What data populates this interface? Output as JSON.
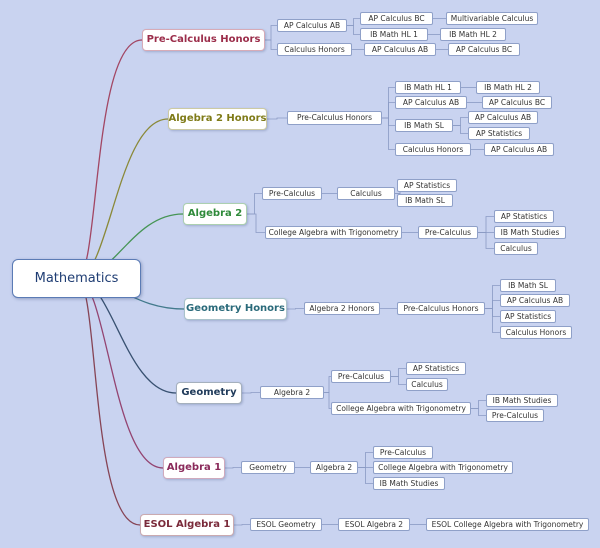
{
  "root": {
    "label": "Mathematics"
  },
  "branches": [
    {
      "label": "Pre-Calculus Honors",
      "color": "#9b2d4a",
      "children": [
        {
          "label": "AP Calculus AB",
          "children": [
            {
              "label": "AP Calculus BC",
              "children": [
                {
                  "label": "Multivariable Calculus"
                }
              ]
            },
            {
              "label": "IB Math HL 1",
              "children": [
                {
                  "label": "IB Math HL 2"
                }
              ]
            }
          ]
        },
        {
          "label": "Calculus Honors",
          "children": [
            {
              "label": "AP Calculus AB",
              "children": [
                {
                  "label": "AP Calculus BC"
                }
              ]
            }
          ]
        }
      ]
    },
    {
      "label": "Algebra 2 Honors",
      "color": "#7f7b18",
      "children": [
        {
          "label": "Pre-Calculus Honors",
          "children": [
            {
              "label": "IB Math HL 1",
              "children": [
                {
                  "label": "IB Math HL 2"
                }
              ]
            },
            {
              "label": "AP Calculus AB",
              "children": [
                {
                  "label": "AP Calculus BC"
                }
              ]
            },
            {
              "label": "IB Math SL",
              "children": [
                {
                  "label": "AP Calculus AB"
                },
                {
                  "label": "AP Statistics"
                }
              ]
            },
            {
              "label": "Calculus Honors",
              "children": [
                {
                  "label": "AP Calculus AB"
                }
              ]
            }
          ]
        }
      ]
    },
    {
      "label": "Algebra 2",
      "color": "#2f8a3a",
      "children": [
        {
          "label": "Pre-Calculus",
          "children": [
            {
              "label": "Calculus",
              "children": [
                {
                  "label": "AP Statistics"
                },
                {
                  "label": "IB Math SL"
                }
              ]
            }
          ]
        },
        {
          "label": "College Algebra with Trigonometry",
          "children": [
            {
              "label": "Pre-Calculus",
              "children": [
                {
                  "label": "AP Statistics"
                },
                {
                  "label": "IB Math Studies"
                },
                {
                  "label": "Calculus"
                }
              ]
            }
          ]
        }
      ]
    },
    {
      "label": "Geometry Honors",
      "color": "#2a6a7a",
      "children": [
        {
          "label": "Algebra 2 Honors",
          "children": [
            {
              "label": "Pre-Calculus Honors",
              "children": [
                {
                  "label": "IB Math SL"
                },
                {
                  "label": "AP Calculus AB"
                },
                {
                  "label": "AP Statistics"
                },
                {
                  "label": "Calculus Honors"
                }
              ]
            }
          ]
        }
      ]
    },
    {
      "label": "Geometry",
      "color": "#1f3a5a",
      "children": [
        {
          "label": "Algebra 2",
          "children": [
            {
              "label": "Pre-Calculus",
              "children": [
                {
                  "label": "AP Statistics"
                },
                {
                  "label": "Calculus"
                }
              ]
            },
            {
              "label": "College Algebra with Trigonometry",
              "children": [
                {
                  "label": "IB Math Studies"
                },
                {
                  "label": "Pre-Calculus"
                }
              ]
            }
          ]
        }
      ]
    },
    {
      "label": "Algebra 1",
      "color": "#8a2a5a",
      "children": [
        {
          "label": "Geometry",
          "children": [
            {
              "label": "Algebra 2",
              "children": [
                {
                  "label": "Pre-Calculus"
                },
                {
                  "label": "College Algebra with Trigonometry"
                },
                {
                  "label": "IB Math Studies"
                }
              ]
            }
          ]
        }
      ]
    },
    {
      "label": "ESOL Algebra 1",
      "color": "#7a2a3a",
      "children": [
        {
          "label": "ESOL Geometry",
          "children": [
            {
              "label": "ESOL Algebra 2",
              "children": [
                {
                  "label": "ESOL College Algebra with Trigonometry"
                }
              ]
            }
          ]
        }
      ]
    }
  ]
}
